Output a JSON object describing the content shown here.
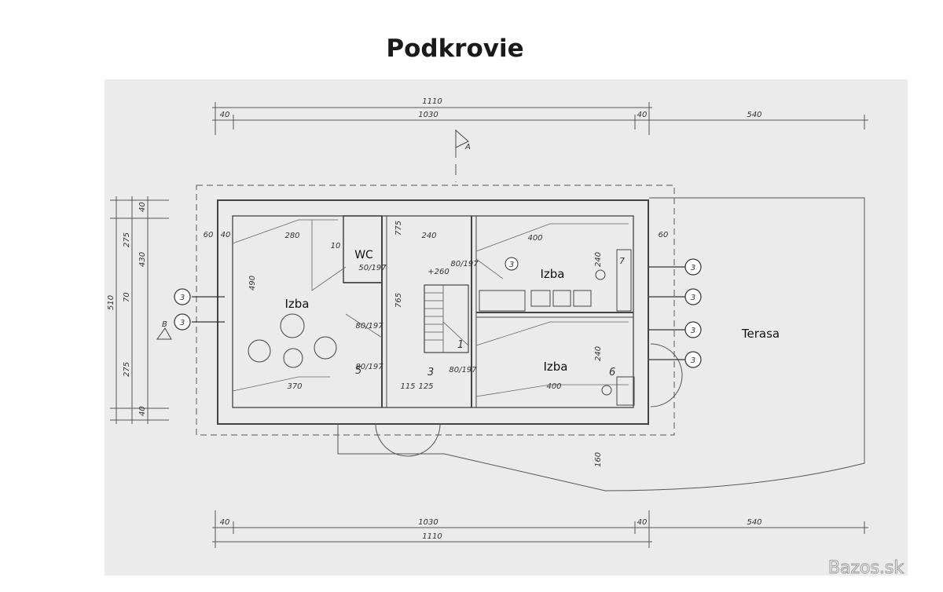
{
  "title": "Podkrovie",
  "rooms": {
    "wc": "WC",
    "izba_left": "Izba",
    "izba_top_right": "Izba",
    "izba_bottom_right": "Izba",
    "terasa": "Terasa"
  },
  "dimensions": {
    "top_total": "1110",
    "top_inner": "1030",
    "top_left_wall": "40",
    "top_right_wall": "40",
    "top_terrace": "540",
    "bottom_total": "1110",
    "bottom_inner": "1030",
    "bottom_left_wall": "40",
    "bottom_right_wall": "40",
    "bottom_terrace": "540",
    "left_total": "510",
    "left_a": "275",
    "left_b": "430",
    "left_c": "70",
    "left_d": "40",
    "left_e": "275",
    "left_f": "40",
    "right_vertical": "160",
    "room1_w": "280",
    "room1_h": "490",
    "room1_bottom": "370",
    "hall_w": "240",
    "hall_h": "775",
    "hall_b": "765",
    "hall_c": "125",
    "hall_d": "115",
    "room_tr_w": "400",
    "room_br_w": "400",
    "room_tr_h": "240",
    "room_br_h": "240",
    "wall_60": "60",
    "wall_40": "40",
    "wall_10": "10",
    "stair_level": "+260"
  },
  "room_numbers": {
    "r1": "1",
    "r3": "3",
    "r5": "5",
    "r6": "6",
    "r7": "7"
  },
  "window_markers": [
    "3",
    "3",
    "3",
    "3",
    "3",
    "3",
    "3"
  ],
  "window_sizes": [
    "80/197",
    "80/197",
    "80/197",
    "50/197",
    "80/197"
  ],
  "section_markers": [
    "A",
    "B"
  ],
  "watermark": "Bazos.sk"
}
